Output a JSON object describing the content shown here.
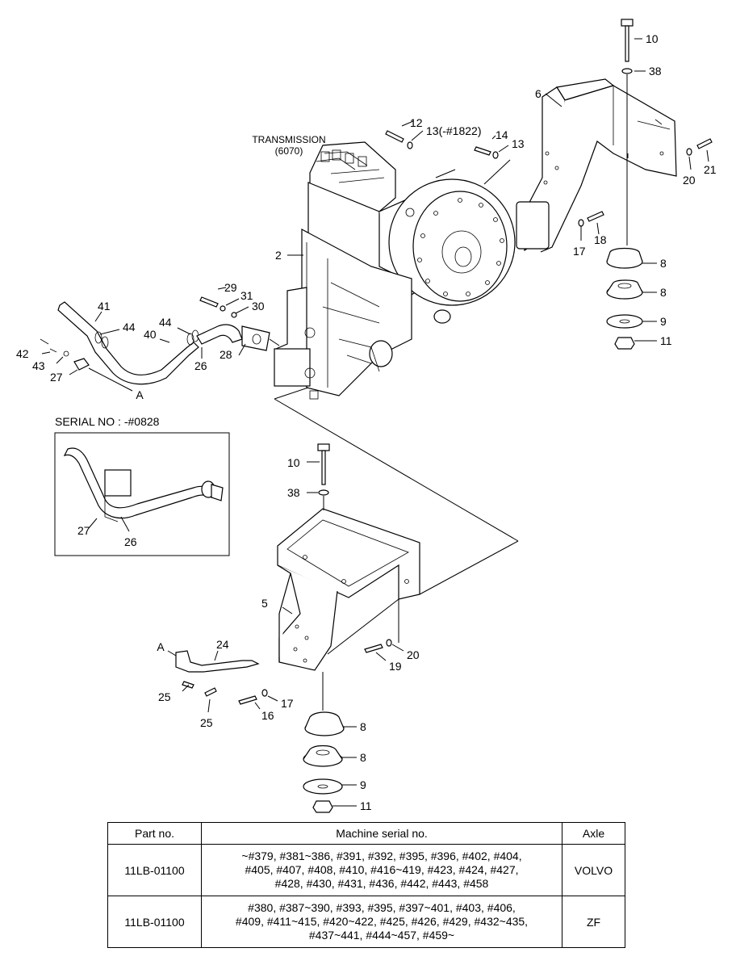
{
  "labels": {
    "transmission_line1": "TRANSMISSION",
    "transmission_line2": "(6070)",
    "serial_note": "SERIAL NO : -#0828",
    "ref_a": "A"
  },
  "callouts": {
    "c10": "10",
    "c38": "38",
    "c6": "6",
    "c12": "12",
    "c13a": "13(-#1822)",
    "c14": "14",
    "c13b": "13",
    "c20": "20",
    "c21": "21",
    "c17": "17",
    "c18": "18",
    "c2": "2",
    "c8": "8",
    "c9": "9",
    "c11": "11",
    "c29": "29",
    "c31": "31",
    "c30": "30",
    "c41": "41",
    "c44": "44",
    "c40": "40",
    "c26": "26",
    "c28": "28",
    "c42": "42",
    "c43": "43",
    "c27": "27",
    "c5": "5",
    "c24": "24",
    "c19": "19",
    "c16": "16",
    "c25": "25"
  },
  "table": {
    "headers": [
      "Part no.",
      "Machine serial no.",
      "Axle"
    ],
    "rows": [
      {
        "part_no": "11LB-01100",
        "serial_lines": [
          "~#379, #381~386, #391, #392, #395, #396, #402, #404,",
          "#405, #407, #408, #410, #416~419, #423, #424, #427,",
          "#428, #430, #431, #436, #442, #443, #458"
        ],
        "axle": "VOLVO"
      },
      {
        "part_no": "11LB-01100",
        "serial_lines": [
          "#380, #387~390, #393, #395, #397~401, #403, #406,",
          "#409, #411~415, #420~422, #425, #426, #429, #432~435,",
          "#437~441, #444~457, #459~"
        ],
        "axle": "ZF"
      }
    ]
  }
}
